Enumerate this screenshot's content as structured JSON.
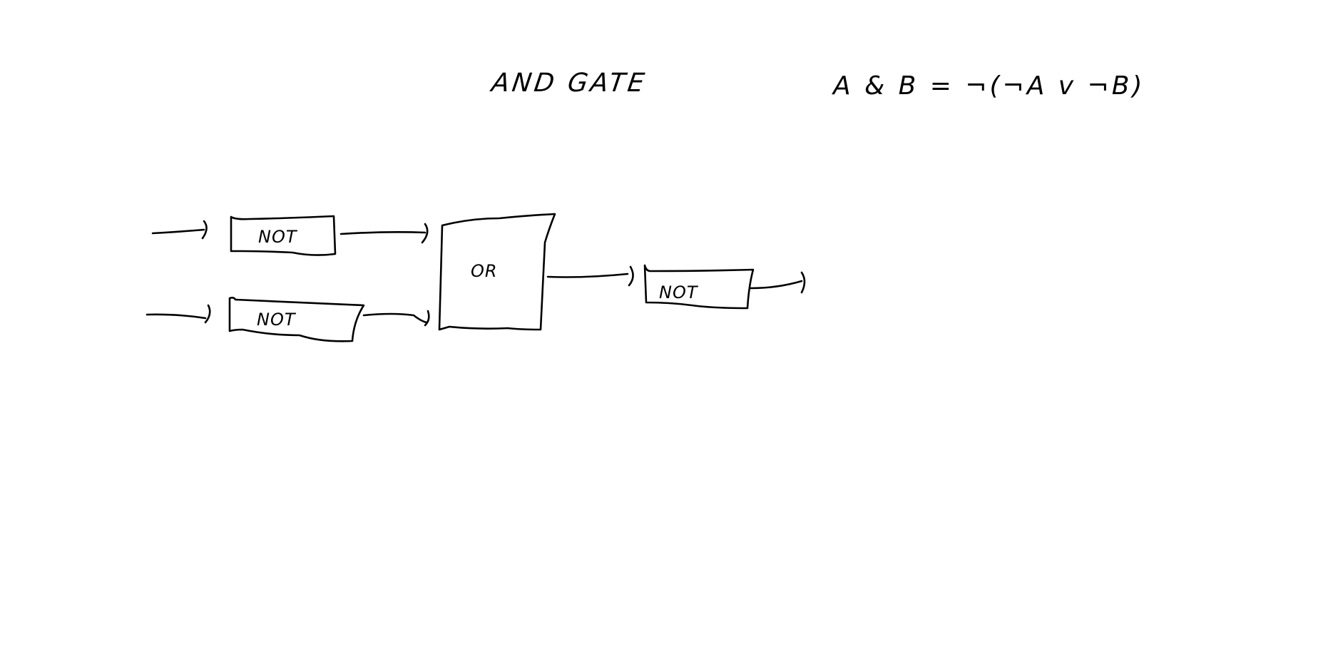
{
  "title": "AND GATE",
  "formula": "A & B = ¬(¬A v ¬B)",
  "gates": [
    {
      "label": "NOT"
    },
    {
      "label": "NOT"
    },
    {
      "label": "OR"
    },
    {
      "label": "NOT"
    }
  ],
  "colors": {
    "ink": "#000000",
    "background": "#ffffff"
  }
}
